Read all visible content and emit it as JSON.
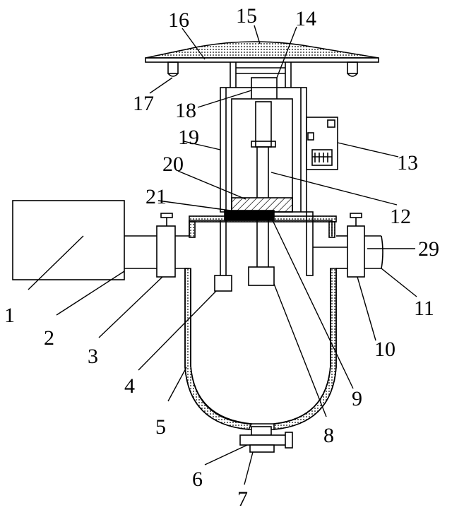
{
  "labels": {
    "l1": "1",
    "l2": "2",
    "l3": "3",
    "l4": "4",
    "l5": "5",
    "l6": "6",
    "l7": "7",
    "l8": "8",
    "l9": "9",
    "l10": "10",
    "l11": "11",
    "l12": "12",
    "l13": "13",
    "l14": "14",
    "l15": "15",
    "l16": "16",
    "l17": "17",
    "l18": "18",
    "l19": "19",
    "l20": "20",
    "l21": "21",
    "l29": "29"
  }
}
